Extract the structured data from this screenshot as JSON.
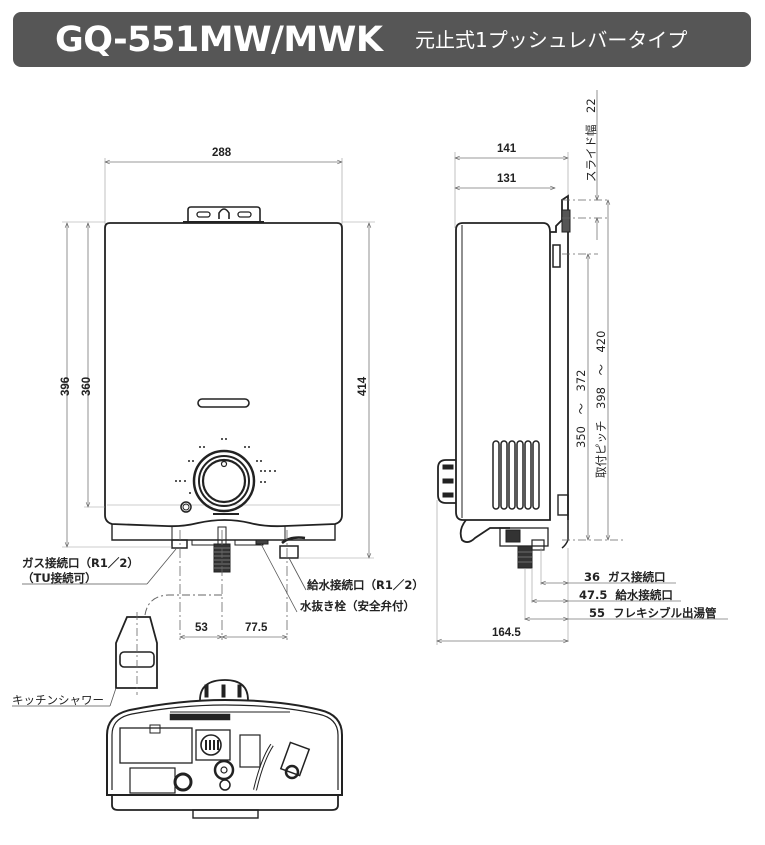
{
  "header": {
    "model": "GQ-551MW/MWK",
    "subtitle": "元止式1プッシュレバータイプ",
    "background_color": "#565656",
    "text_color": "#ffffff"
  },
  "front_view": {
    "width_dim": "288",
    "height_dims": [
      "396",
      "360"
    ],
    "right_height_dim": "414",
    "bottom_dims": [
      "53",
      "77.5"
    ],
    "labels": {
      "gas_inlet": "ガス接続口（R1／2）",
      "gas_inlet_note": "（TU接続可）",
      "water_inlet": "給水接続口（R1／2）",
      "drain_plug": "水抜き栓（安全弁付）",
      "kitchen_shower": "キッチンシャワー"
    }
  },
  "side_view": {
    "depth_dims": [
      "141",
      "131"
    ],
    "slide_width": "スライド幅　22",
    "pitch_inner": "350　～　372",
    "pitch_outer": "取付ピッチ　398　～　420",
    "bottom_depth": "164.5",
    "offsets": [
      {
        "value": "36",
        "label": "ガス接続口"
      },
      {
        "value": "47.5",
        "label": "給水接続口"
      },
      {
        "value": "55",
        "label": "フレキシブル出湯管"
      }
    ]
  },
  "bottom_view": {
    "description": "bottom-up internal view"
  }
}
